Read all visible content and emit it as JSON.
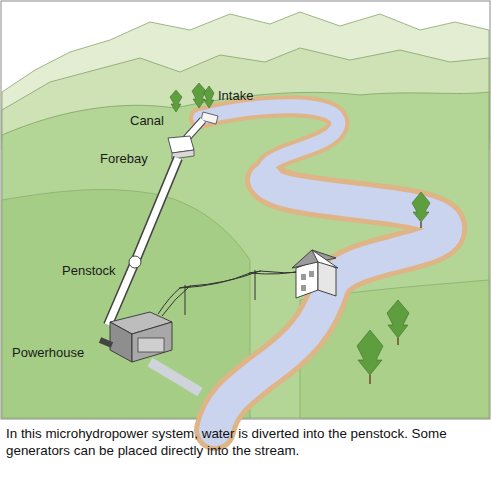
{
  "diagram": {
    "caption": "In this microhydropower system, water is diverted into the penstock. Some generators can be placed directly into the stream.",
    "labels": [
      "Intake",
      "Canal",
      "Forebay",
      "Penstock",
      "Powerhouse"
    ]
  }
}
